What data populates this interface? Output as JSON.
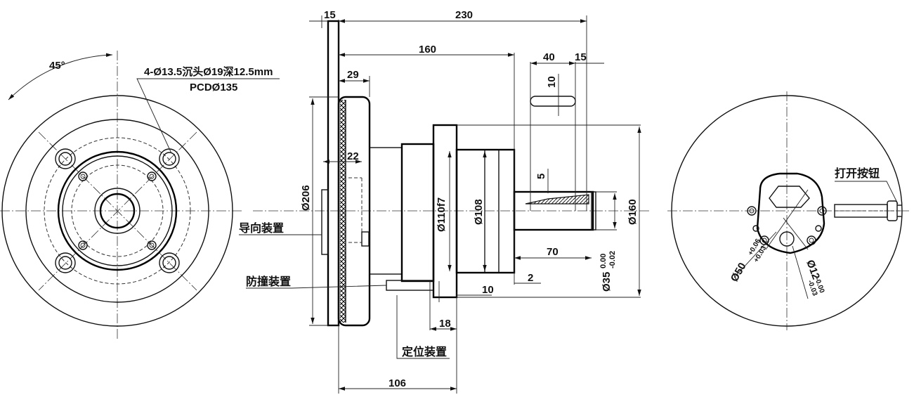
{
  "dimensions": {
    "flange_thickness": "15",
    "overall_length": "230",
    "flange_to_shaft_end": "160",
    "key_length": "40",
    "key_end_offset": "15",
    "key_width": "10",
    "knob_width": "29",
    "inner_step": "22",
    "key_depth": "5",
    "shaft_length": "70",
    "shoulder": "2",
    "pilot_depth": "10",
    "pin_offset": "18",
    "pin_distance": "106",
    "flange_dia": "Ø206",
    "pilot_dia": "Ø110f7",
    "body_dia": "Ø108",
    "housing_dia": "Ø160",
    "shaft_dia": "Ø35",
    "shaft_tol_upper": "0.00",
    "shaft_tol_lower": "-0.02",
    "bore_dia": "Ø50",
    "bore_tol_upper": "+0.06",
    "bore_tol_lower": "+0.03",
    "pin_dia": "Ø12",
    "pin_tol_upper": "-0.00",
    "pin_tol_lower": "-0.03",
    "angle": "45°",
    "bolt_holes": "4-Ø13.5沉头Ø19深12.5mm",
    "pcd": "PCDØ135"
  },
  "labels": {
    "guide_device": "导向装置",
    "anti_collision_device": "防撞装置",
    "positioning_device": "定位装置",
    "open_button": "打开按钮"
  }
}
